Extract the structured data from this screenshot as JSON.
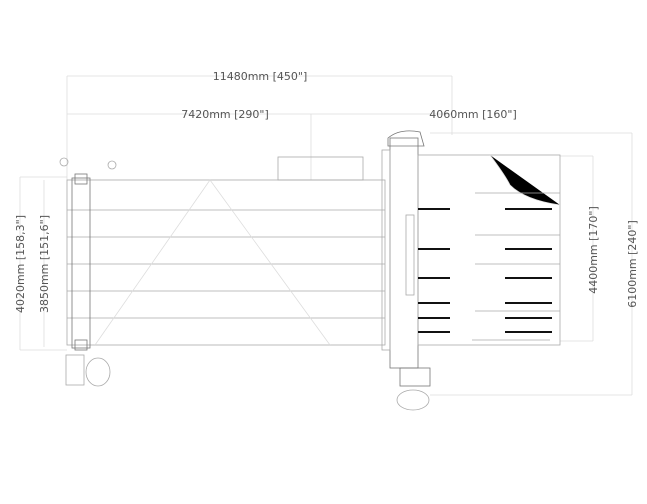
{
  "dimensions": {
    "overall_length": "11480mm [450\"]",
    "table_length": "7420mm [290\"]",
    "machine_length": "4060mm [160\"]",
    "table_width_outer": "4020mm [158,3\"]",
    "table_width_inner": "3850mm [151,6\"]",
    "machine_width_inner": "4400mm [170\"]",
    "machine_width_outer": "6100mm [240\"]"
  }
}
